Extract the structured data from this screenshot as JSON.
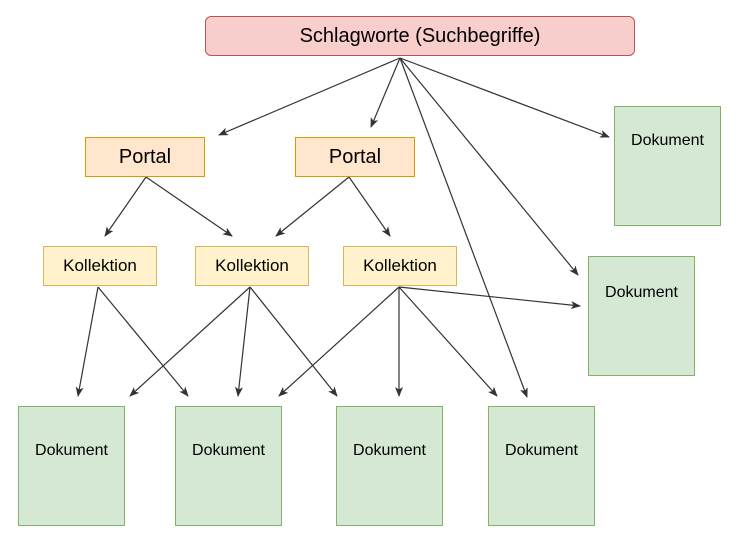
{
  "root": {
    "label": "Schlagworte (Suchbegriffe)"
  },
  "portals": [
    {
      "label": "Portal"
    },
    {
      "label": "Portal"
    }
  ],
  "collections": [
    {
      "label": "Kollektion"
    },
    {
      "label": "Kollektion"
    },
    {
      "label": "Kollektion"
    }
  ],
  "documents": [
    {
      "label": "Dokument"
    },
    {
      "label": "Dokument"
    },
    {
      "label": "Dokument"
    },
    {
      "label": "Dokument"
    },
    {
      "label": "Dokument"
    },
    {
      "label": "Dokument"
    }
  ],
  "colors": {
    "root_fill": "#f8cecc",
    "portal_fill": "#ffe6cc",
    "collection_fill": "#fff2cc",
    "document_fill": "#d5e8d4",
    "edge": "#333333"
  }
}
